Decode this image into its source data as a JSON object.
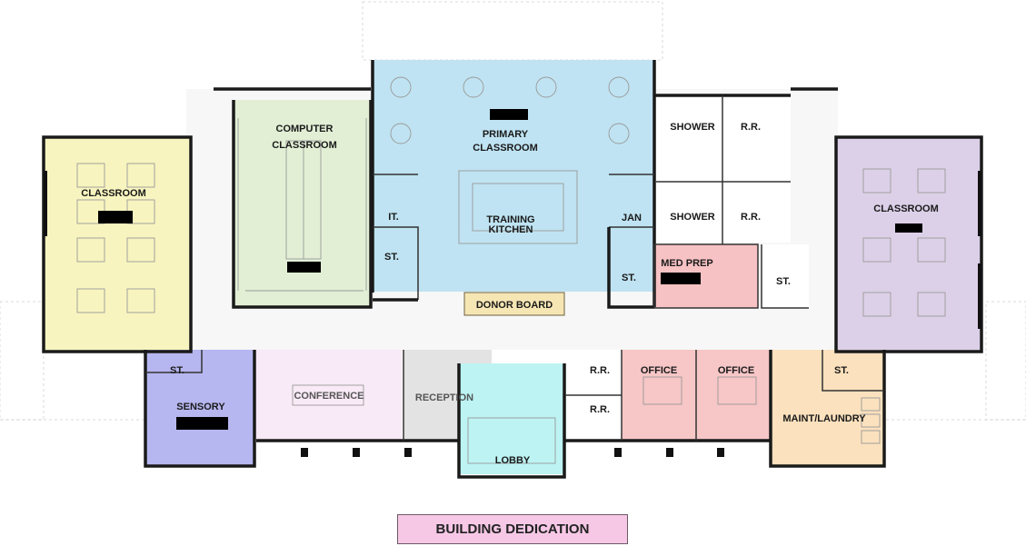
{
  "rooms": {
    "classroom_left": {
      "label": "CLASSROOM",
      "color": "#f7f4bf"
    },
    "computer": {
      "line1": "COMPUTER",
      "line2": "CLASSROOM",
      "color": "#e2efd5"
    },
    "primary": {
      "line1": "PRIMARY",
      "line2": "CLASSROOM",
      "color": "#bfe3f2"
    },
    "training": {
      "line1": "TRAINING",
      "line2": "KITCHEN"
    },
    "shower_top": {
      "label": "SHOWER"
    },
    "rr_top": {
      "label": "R.R."
    },
    "shower_bottom": {
      "label": "SHOWER"
    },
    "rr_bottom": {
      "label": "R.R."
    },
    "classroom_right": {
      "label": "CLASSROOM",
      "color": "#dcd0e8"
    },
    "it": {
      "label": "IT."
    },
    "st_left": {
      "label": "ST."
    },
    "jan": {
      "label": "JAN"
    },
    "st_mid": {
      "label": "ST."
    },
    "med_prep": {
      "label": "MED PREP",
      "color": "#f7c2c4"
    },
    "st_right": {
      "label": "ST."
    },
    "donor_board": {
      "label": "DONOR BOARD",
      "color": "#f6e6b4"
    },
    "st_sensory": {
      "label": "ST."
    },
    "sensory": {
      "label": "SENSORY",
      "color": "#b6b6f0"
    },
    "conference": {
      "label": "CONFERENCE",
      "color": "#f8eaf6"
    },
    "reception": {
      "label": "RECEPTION",
      "color": "#e3e3e3"
    },
    "lobby": {
      "label": "LOBBY",
      "color": "#bdf3f3"
    },
    "rr_lobby_top": {
      "label": "R.R."
    },
    "rr_lobby_bottom": {
      "label": "R.R."
    },
    "office_1": {
      "label": "OFFICE",
      "color": "#f7c6c6"
    },
    "office_2": {
      "label": "OFFICE",
      "color": "#f7c6c6"
    },
    "st_maint": {
      "label": "ST."
    },
    "maint": {
      "label": "MAINT/LAUNDRY",
      "color": "#fbe1bd"
    }
  },
  "dedication": {
    "label": "BUILDING DEDICATION",
    "color": "#f6c8e6"
  }
}
